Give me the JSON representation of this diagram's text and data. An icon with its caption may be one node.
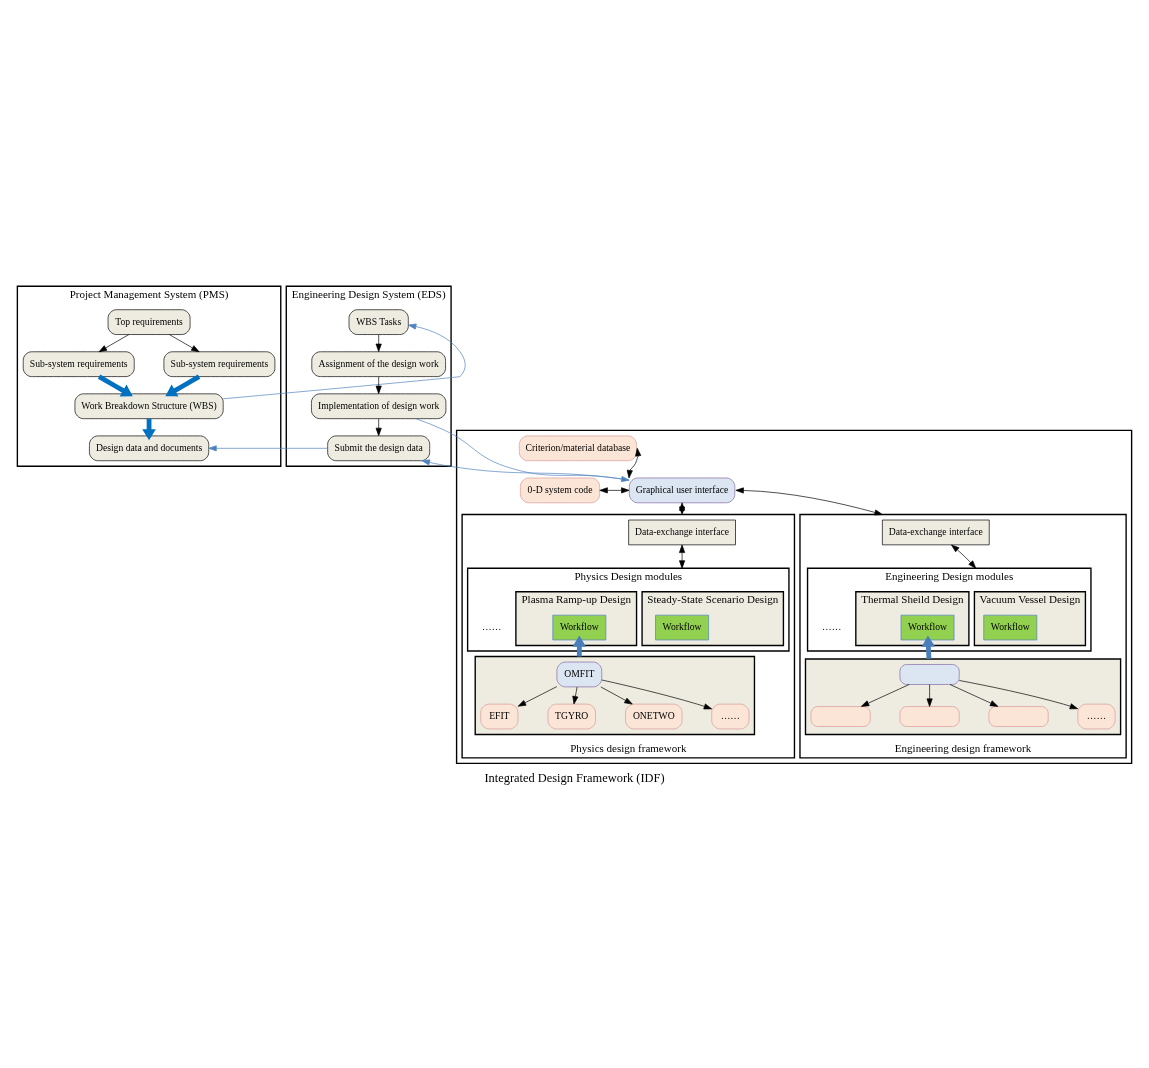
{
  "diagram": {
    "title": "Integrated Design Framework (IDF)",
    "nodes": [
      {
        "text": [
          "Project Management System (PMS)"
        ]
      },
      {
        "text": [
          "Top requirements"
        ],
        "in": 0
      },
      {
        "text": [
          "Sub-system requirements"
        ],
        "in": 0
      },
      {
        "text": [
          "Sub-system requirements"
        ],
        "in": 0
      },
      {
        "text": [
          "Work Breakdown Structure (WBS)"
        ],
        "in": 0
      },
      {
        "text": [
          "Design data and documents"
        ],
        "in": 0
      },
      {
        "text": [
          "Engineering Design System (EDS)"
        ]
      },
      {
        "text": [
          "WBS Tasks"
        ],
        "in": 6
      },
      {
        "text": [
          "Assignment of the design work"
        ],
        "in": 6
      },
      {
        "text": [
          "Implementation of design work"
        ],
        "in": 6
      },
      {
        "text": [
          "Submit the design data"
        ],
        "in": 6
      },
      {
        "text": [],
        "shape": "box"
      },
      {
        "text": [
          "0-D system code"
        ],
        "in": 11
      },
      {
        "text": [
          "Criterion/material database"
        ],
        "in": 11
      },
      {
        "text": [
          "Graphical user interface"
        ],
        "in": 11
      },
      {
        "text": [
          "Physics design framework"
        ],
        "in": 11
      },
      {
        "text": [
          "Data-exchange interface"
        ],
        "in": 15
      },
      {
        "text": [
          "Physics Design modules"
        ],
        "in": 15
      },
      {
        "text": [
          "Steady-State Scenario Design"
        ],
        "in": 17
      },
      {
        "text": [
          "Workflow"
        ],
        "in": 18
      },
      {
        "text": [
          "Plasma Ramp-up Design"
        ],
        "in": 17
      },
      {
        "text": [
          "Workflow"
        ],
        "in": 20
      },
      {
        "text": [],
        "shape": "box",
        "in": 15
      },
      {
        "text": [
          "OMFIT"
        ],
        "in": 22
      },
      {
        "text": [
          "EFIT"
        ],
        "in": 22
      },
      {
        "text": [
          "TGYRO"
        ],
        "in": 22
      },
      {
        "text": [
          "ONETWO"
        ],
        "in": 22
      },
      {
        "text": [
          "……"
        ],
        "in": 22
      },
      {
        "text": [
          "Engineering design framework"
        ],
        "in": 11
      },
      {
        "text": [
          "Data-exchange interface"
        ],
        "in": 28
      },
      {
        "text": [
          "Engineering Design modules"
        ],
        "in": 28
      },
      {
        "text": [
          "Vacuum Vessel Design"
        ],
        "in": 30
      },
      {
        "text": [
          "Workflow"
        ],
        "in": 31
      },
      {
        "text": [
          "Thermal Sheild Design"
        ],
        "in": 30
      },
      {
        "text": [
          "Workflow"
        ],
        "in": 33
      },
      {
        "text": [],
        "shape": "box",
        "in": 28
      },
      {
        "text": [],
        "shape": "box",
        "in": 35
      },
      {
        "text": [],
        "shape": "box",
        "in": 35
      },
      {
        "text": [],
        "shape": "box",
        "in": 35
      },
      {
        "text": [],
        "shape": "box",
        "in": 35
      },
      {
        "text": [
          "……"
        ],
        "in": 35
      }
    ],
    "edges": [
      {
        "from": 1,
        "to": 2,
        "arrow": "to"
      },
      {
        "from": 1,
        "to": 3,
        "arrow": "to"
      },
      {
        "from": 2,
        "to": 4,
        "arrow": "to",
        "style": "thick",
        "color": "#0070c0"
      },
      {
        "from": 3,
        "to": 4,
        "arrow": "to",
        "style": "thick",
        "color": "#0070c0"
      },
      {
        "from": 4,
        "to": 5,
        "arrow": "to",
        "style": "thick",
        "color": "#0070c0"
      },
      {
        "from": 4,
        "to": 7,
        "arrow": "to",
        "color": "#4f81bd"
      },
      {
        "from": 7,
        "to": 8,
        "arrow": "to"
      },
      {
        "from": 8,
        "to": 9,
        "arrow": "to"
      },
      {
        "from": 9,
        "to": 10,
        "arrow": "to"
      },
      {
        "from": 10,
        "to": 5,
        "arrow": "to",
        "color": "#4f81bd"
      },
      {
        "from": 14,
        "to": 10,
        "arrow": "to",
        "color": "#4f81bd"
      },
      {
        "from": 9,
        "to": 14,
        "arrow": "to",
        "color": "#4f81bd"
      },
      {
        "from": 14,
        "to": 12,
        "arrow": "both"
      },
      {
        "from": 14,
        "to": 13,
        "arrow": "both"
      },
      {
        "from": 14,
        "to": 15,
        "arrow": "both"
      },
      {
        "from": 14,
        "to": 28,
        "arrow": "both"
      },
      {
        "from": 16,
        "to": 17,
        "arrow": "both"
      },
      {
        "from": 22,
        "to": 21,
        "arrow": "to",
        "style": "thick",
        "color": "#4a7ebb"
      },
      {
        "from": 23,
        "to": 24,
        "arrow": "to"
      },
      {
        "from": 23,
        "to": 25,
        "arrow": "to"
      },
      {
        "from": 23,
        "to": 26,
        "arrow": "to"
      },
      {
        "from": 23,
        "to": 27,
        "arrow": "to"
      },
      {
        "from": 29,
        "to": 30,
        "arrow": "both"
      },
      {
        "from": 35,
        "to": 34,
        "arrow": "to",
        "style": "thick",
        "color": "#4a7ebb"
      },
      {
        "from": 36,
        "to": 37,
        "arrow": "to"
      },
      {
        "from": 36,
        "to": 38,
        "arrow": "to"
      },
      {
        "from": 36,
        "to": 39,
        "arrow": "to"
      },
      {
        "from": 36,
        "to": 40,
        "arrow": "to"
      }
    ],
    "labels": [
      "……",
      "……"
    ]
  }
}
